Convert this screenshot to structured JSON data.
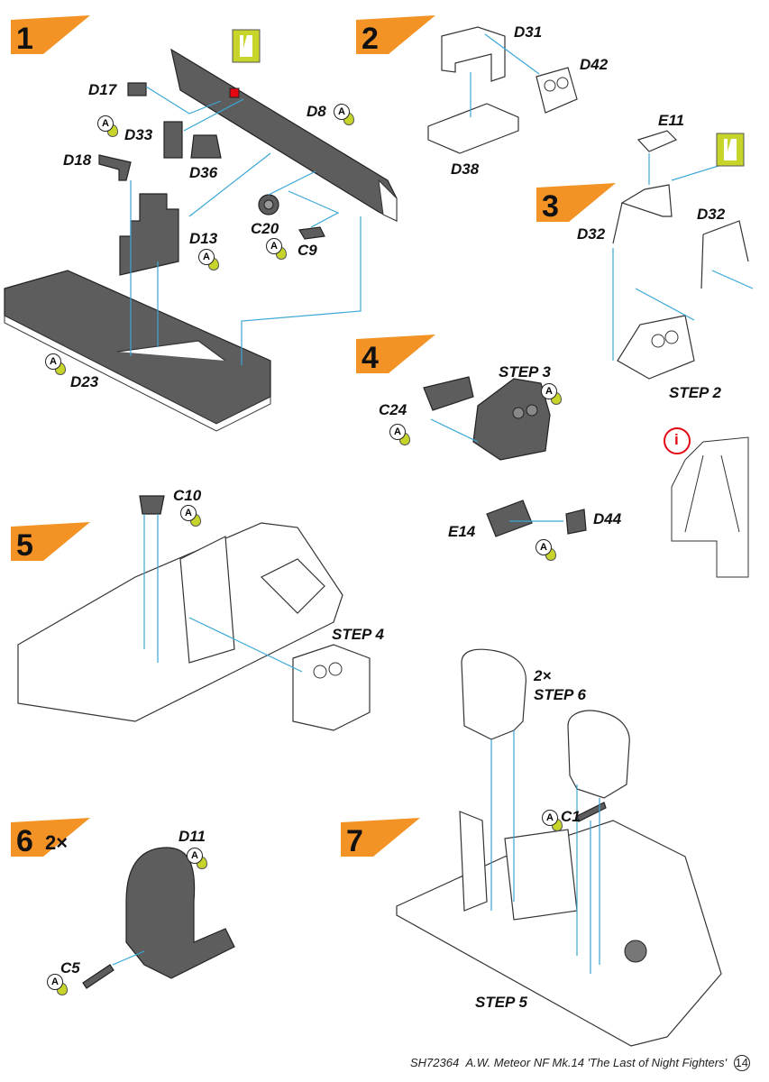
{
  "steps": [
    {
      "number": "1",
      "multiplier": ""
    },
    {
      "number": "2",
      "multiplier": ""
    },
    {
      "number": "3",
      "multiplier": ""
    },
    {
      "number": "4",
      "multiplier": ""
    },
    {
      "number": "5",
      "multiplier": ""
    },
    {
      "number": "6",
      "multiplier": "2×"
    },
    {
      "number": "7",
      "multiplier": ""
    }
  ],
  "labels": {
    "D17": "D17",
    "D33": "D33",
    "D18": "D18",
    "D36": "D36",
    "D8": "D8",
    "D13": "D13",
    "C20": "C20",
    "C9": "C9",
    "D23": "D23",
    "D31": "D31",
    "D42": "D42",
    "D38": "D38",
    "E11": "E11",
    "D32a": "D32",
    "D32b": "D32",
    "step2": "STEP 2",
    "C24": "C24",
    "step3": "STEP 3",
    "E14": "E14",
    "D44": "D44",
    "C10": "C10",
    "step4": "STEP 4",
    "D11": "D11",
    "C5": "C5",
    "mult6": "2×",
    "step6": "STEP 6",
    "C1": "C1",
    "step5": "STEP 5"
  },
  "paint_marker": "A",
  "info_icon": "i",
  "footer": {
    "code": "SH72364",
    "title": "A.W. Meteor NF Mk.14 'The Last of Night Fighters'",
    "page": "14"
  },
  "colors": {
    "flag_orange": "#f39325",
    "paint_green": "#c7d42a",
    "guide_blue": "#3aa7d6",
    "part_grey": "#5d5d5d",
    "highlight_red": "#e30613"
  }
}
